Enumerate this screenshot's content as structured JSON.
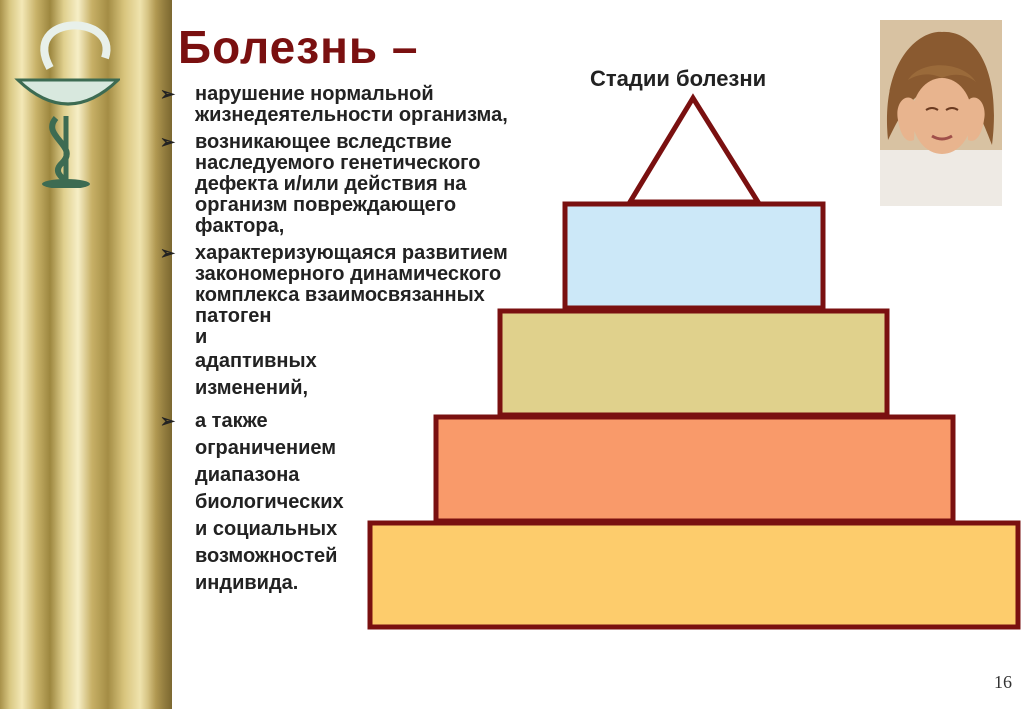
{
  "title": "Болезнь –",
  "bullets": [
    {
      "text": "нарушение нормальной жизнедеятельности организма,"
    },
    {
      "text": "возникающее вследствие наследуемого генетического дефекта и/или действия на организм повреждающего фактора,"
    },
    {
      "text": "характеризующаяся развитием закономерного динамического комплекса взаимосвязанных патоген",
      "tail": [
        "и",
        "адаптивных",
        "изменений,"
      ]
    },
    {
      "text": "а также",
      "tail": [
        "ограничением",
        "диапазона",
        "биологических",
        "и социальных",
        "возможностей",
        "индивида."
      ]
    }
  ],
  "diagram": {
    "title": "Стадии болезни",
    "levels": [
      {
        "shape": "triangle",
        "fill": "#ffffff"
      },
      {
        "shape": "rectangle",
        "fill": "#cce8f8"
      },
      {
        "shape": "rectangle",
        "fill": "#e0d18c"
      },
      {
        "shape": "rectangle",
        "fill": "#f99a6a"
      },
      {
        "shape": "rectangle",
        "fill": "#fdcc6c"
      }
    ],
    "outline_color": "#7a1010"
  },
  "icons": {
    "emblem": "bowl-of-hygieia-icon",
    "bullet": "arrow-bullet-icon"
  },
  "page_number": "16"
}
